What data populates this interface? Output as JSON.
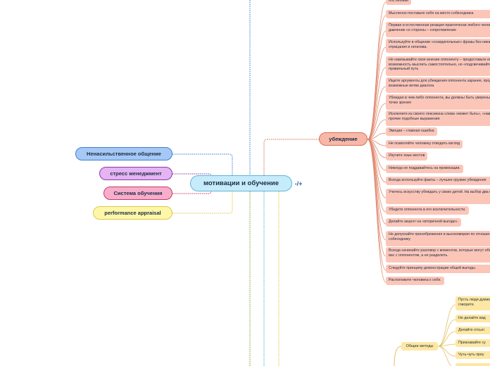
{
  "central": {
    "label": "мотивации и обучение"
  },
  "left_topics": [
    {
      "label": "Ненасильственное общение",
      "color": "#3f7fd2"
    },
    {
      "label": "стресс менеджмент",
      "color": "#8a3aa6"
    },
    {
      "label": "Система обучения",
      "color": "#c8376e"
    },
    {
      "label": "performance appraisal",
      "color": "#d9c850"
    }
  ],
  "right_topic": {
    "label": "убеждение",
    "color": "#d86f55"
  },
  "persuasion_items": [
    {
      "text": "обстановки"
    },
    {
      "text": "Мысленно поставьте себя на место собеседника"
    },
    {
      "text": "Первая и естественная реакция практически любого человека на давление со стороны – сопротивление"
    },
    {
      "text": "Используйте в общении «созидательные» фразы без никакого отрицания и негатива."
    },
    {
      "text": "Не навязывайте свое мнение оппоненту – предоставьте ему возможность мыслить самостоятельно, но «подсвечивайте» правильный путь"
    },
    {
      "text": "Ищите аргументы для убеждения оппонента заранее, продумав все возможные ветви диалога"
    },
    {
      "text": "Убеждая в чем-либо оппонента, вы должны быть уверены в своей точке зрения"
    },
    {
      "text": "Исключите из своего лексикона слова «может быть», «наверное» и прочие подобные выражения"
    },
    {
      "text": "Эмоции – главная ошибка"
    },
    {
      "text": "Не позволяйте человеку отводить взгляд"
    },
    {
      "text": "Изучите язык жестов"
    },
    {
      "text": "Никогда не поддавайтесь на провокации."
    },
    {
      "text": "Всегда используйте факты – лучшее оружие убеждения"
    },
    {
      "text": "Учитесь искусству убеждать у своих детей. На выбор два варианта"
    },
    {
      "text": "Убедите оппонента в его исключительности."
    },
    {
      "text": "Делайте акцент на «вторичной выгоде»."
    },
    {
      "text": "Не допускайте пренебрежения и высокомерия по отношению к собеседнику"
    },
    {
      "text": "Всегда начинайте разговор с моментов, которые могут объединить вас с оппонентом, а не разделить."
    },
    {
      "text": "Следуйте принципу демонстрации общей выгоды."
    },
    {
      "text": "Расположите человека к себе."
    }
  ],
  "general_methods": {
    "label": "Общие методы",
    "items": [
      {
        "text": "Пусть люди думают, что говорите."
      },
      {
        "text": "Не делайте вид"
      },
      {
        "text": "Делайте отсыл"
      },
      {
        "text": "Признавайте су"
      },
      {
        "text": "Чуть-чуть преу"
      },
      {
        "text": ""
      }
    ]
  },
  "collapse_toggle": {
    "label": "-/+"
  }
}
